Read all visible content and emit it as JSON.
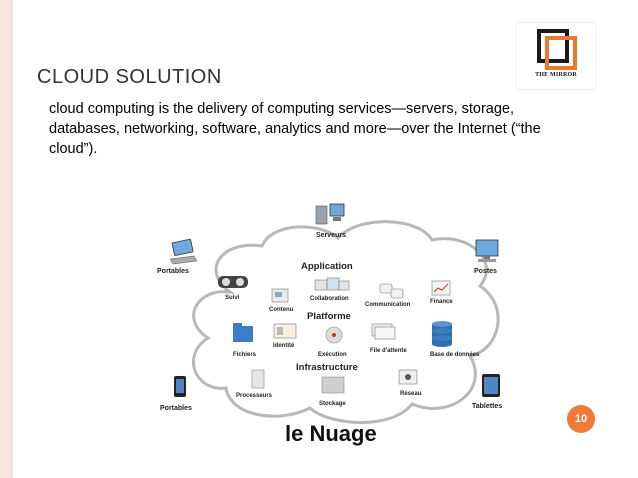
{
  "slide": {
    "title": "CLOUD SOLUTION",
    "description": "cloud computing is the delivery of computing services—servers, storage, databases, networking, software, analytics and more—over the Internet (“the cloud”).",
    "page_number": "10"
  },
  "logo": {
    "text": "THE MIRROR"
  },
  "diagram": {
    "caption": "le Nuage",
    "section_headings": {
      "application": "Application",
      "platform": "Platforme",
      "infrastructure": "Infrastructure"
    },
    "outer_devices": {
      "servers": "Serveurs",
      "laptops": "Portables",
      "desktops": "Postes",
      "phones": "Portables",
      "tablets": "Tablettes"
    },
    "items": {
      "monitoring": "Suivi",
      "content": "Contenu",
      "collaboration": "Collaboration",
      "communication": "Communication",
      "finance": "Finance",
      "files": "Fichiers",
      "identity": "Identité",
      "execution": "Exécution",
      "queue": "File d'attente",
      "database": "Base de données",
      "processors": "Processeurs",
      "storage": "Stockage",
      "network": "Réseau"
    }
  },
  "colors": {
    "accent": "#f07a3a",
    "sidebar": "#f8e6dd"
  }
}
